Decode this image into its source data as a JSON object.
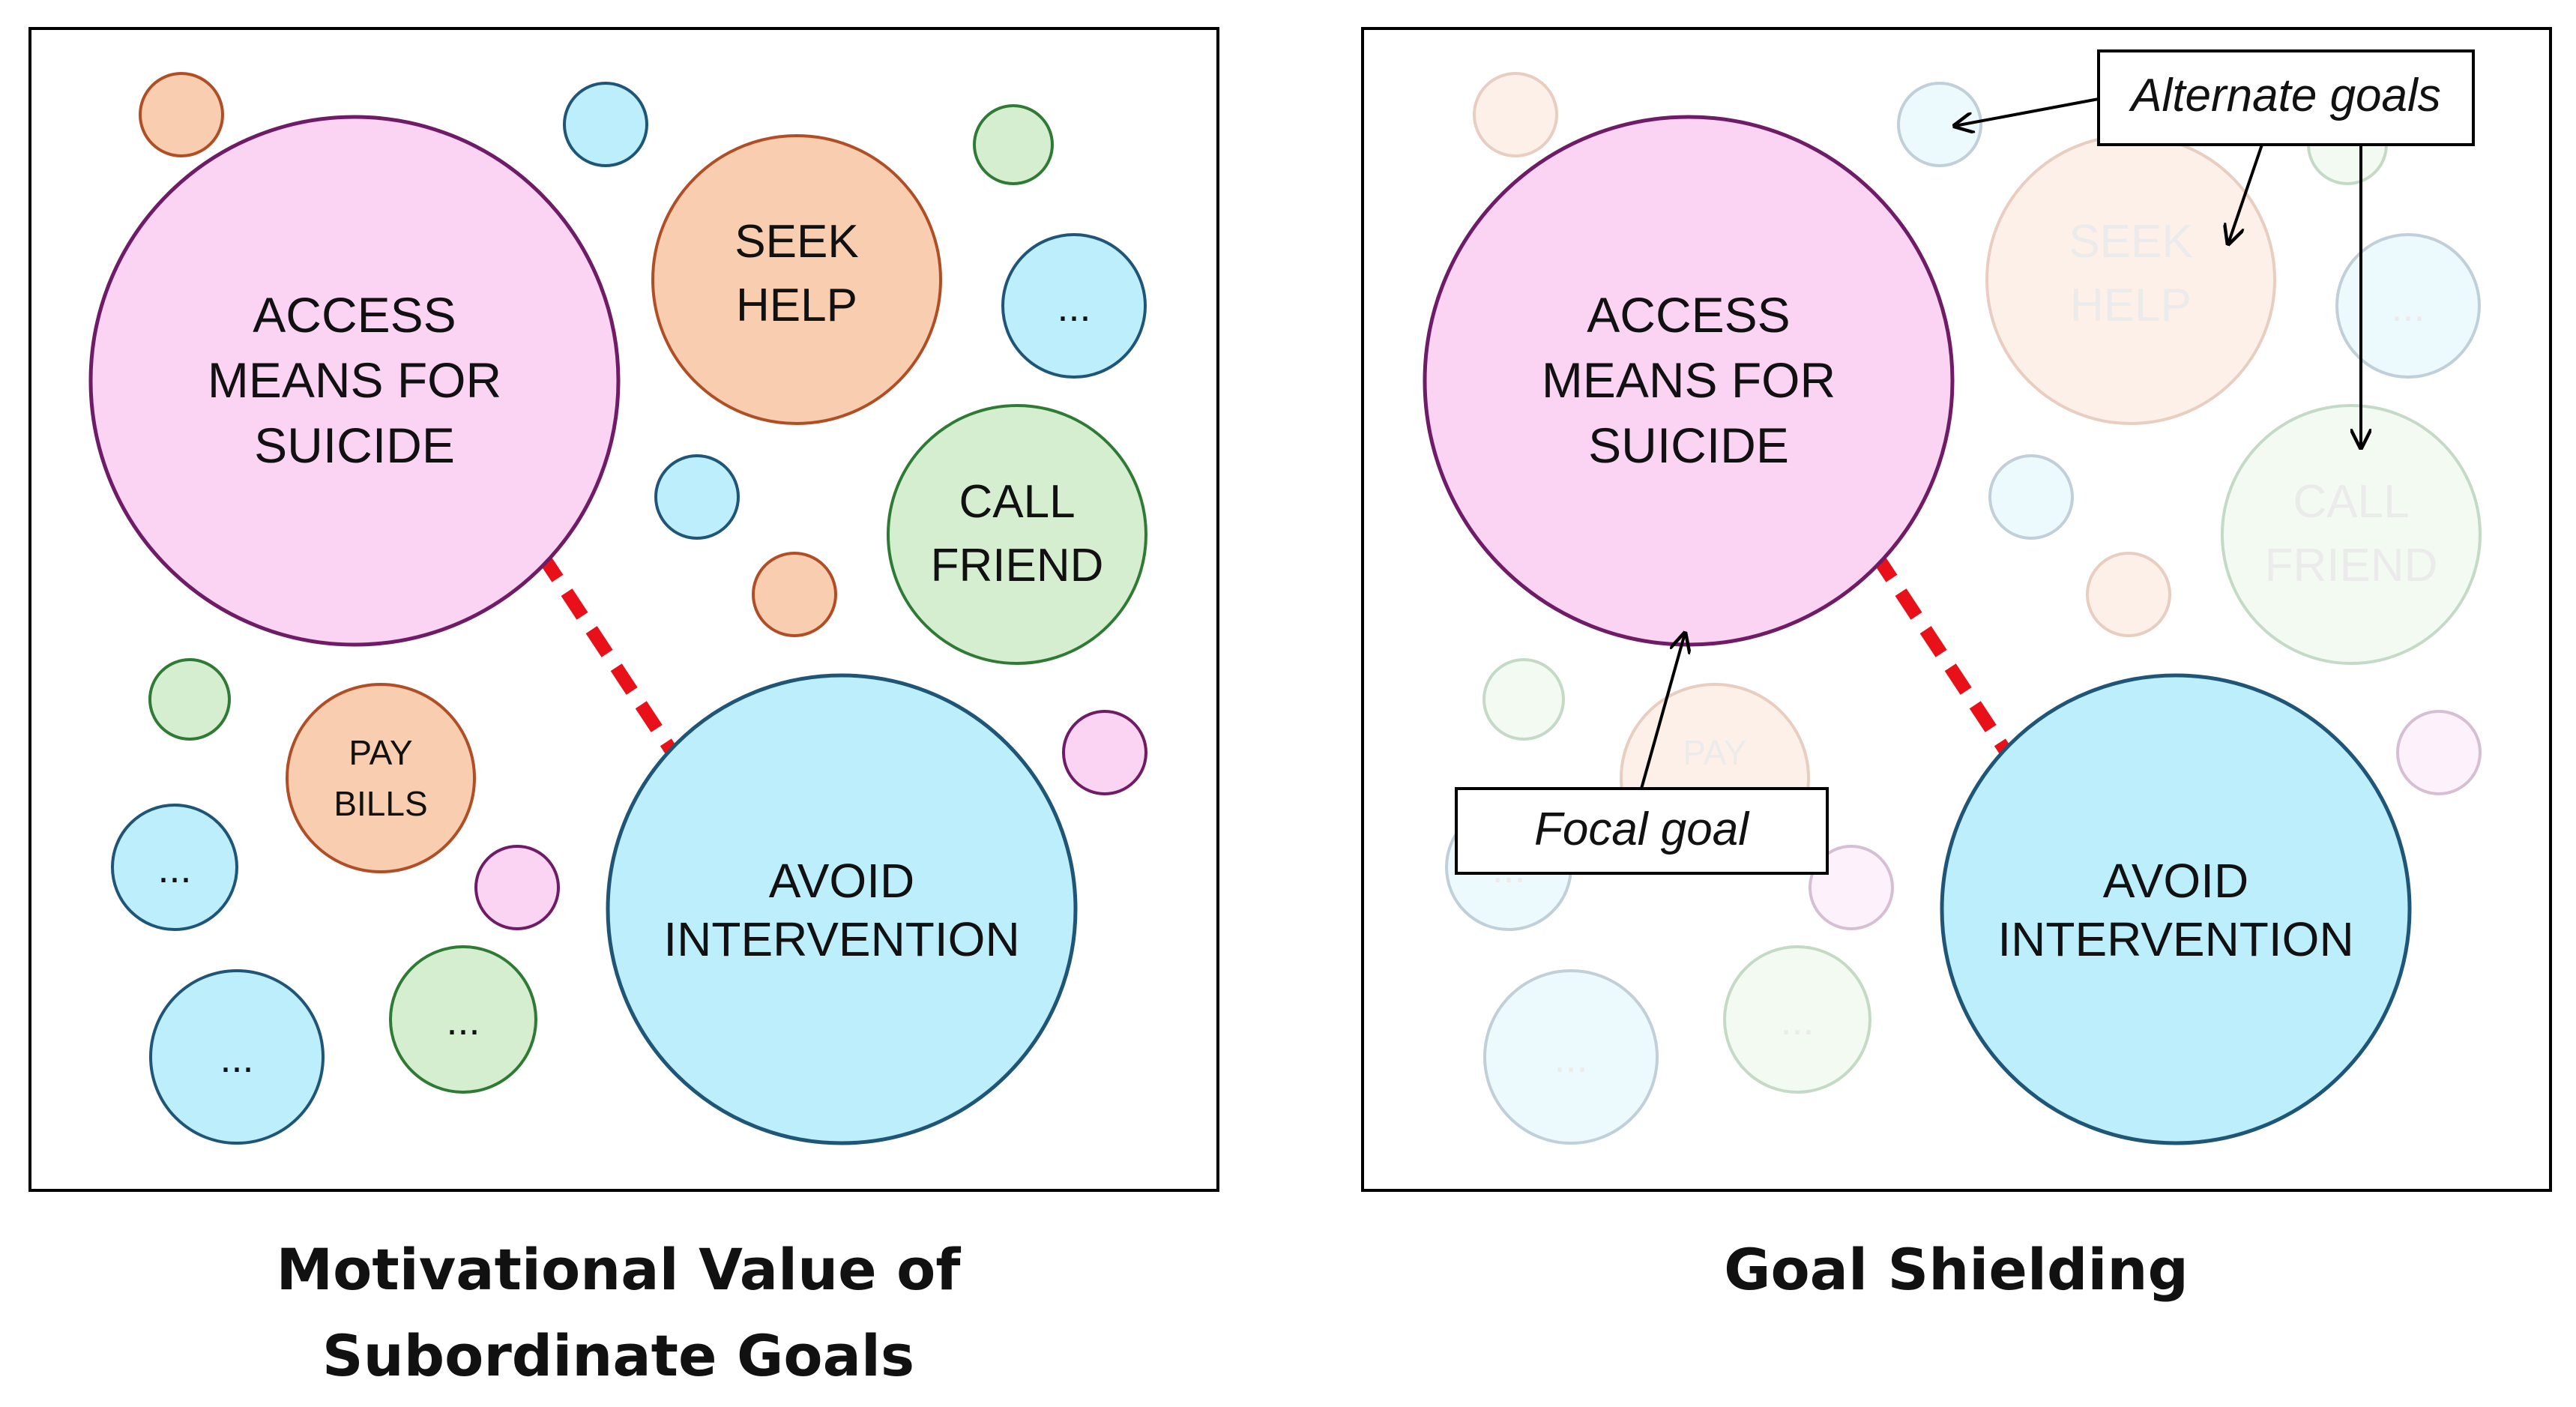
{
  "colors": {
    "pink": {
      "fill": "#fbd3f3",
      "stroke": "#6e1c66"
    },
    "blue": {
      "fill": "#bdeefb",
      "stroke": "#1f5577"
    },
    "orange": {
      "fill": "#f8cdb0",
      "stroke": "#b04e26"
    },
    "green": {
      "fill": "#d5eed0",
      "stroke": "#2f7a35"
    },
    "link": "#e8111a",
    "frame": "#000000"
  },
  "left_panel": {
    "caption_line1": "Motivational Value of",
    "caption_line2": "Subordinate Goals",
    "goals": {
      "access_means": {
        "line1": "ACCESS",
        "line2": "MEANS FOR",
        "line3": "SUICIDE"
      },
      "seek_help": {
        "line1": "SEEK",
        "line2": "HELP"
      },
      "call_friend": {
        "line1": "CALL",
        "line2": "FRIEND"
      },
      "avoid_intervention": {
        "line1": "AVOID",
        "line2": "INTERVENTION"
      },
      "pay_bills": {
        "line1": "PAY",
        "line2": "BILLS"
      },
      "ellipsis": "..."
    }
  },
  "right_panel": {
    "caption": "Goal Shielding",
    "alternate_goals_label": "Alternate goals",
    "focal_goal_label": "Focal goal",
    "goals": {
      "access_means": {
        "line1": "ACCESS",
        "line2": "MEANS FOR",
        "line3": "SUICIDE"
      },
      "seek_help": {
        "line1": "SEEK",
        "line2": "HELP"
      },
      "call_friend": {
        "line1": "CALL",
        "line2": "FRIEND"
      },
      "avoid_intervention": {
        "line1": "AVOID",
        "line2": "INTERVENTION"
      },
      "pay_bills": {
        "line1": "PAY"
      },
      "ellipsis": "..."
    }
  }
}
